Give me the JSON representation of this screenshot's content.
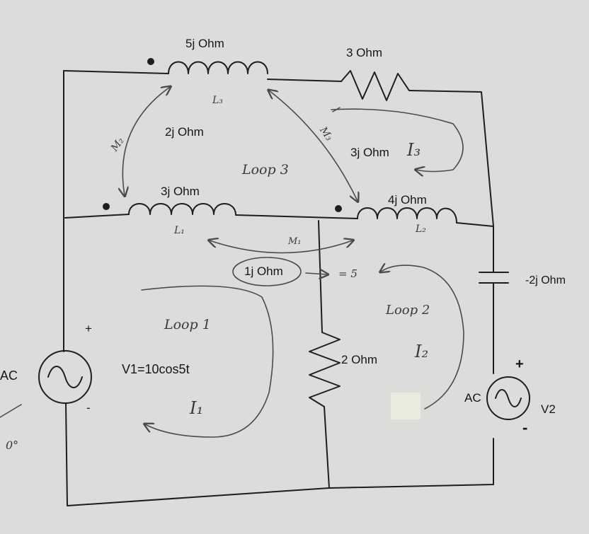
{
  "components": {
    "l3_value": "5j Ohm",
    "l3_name": "L₃",
    "r3_value": "3 Ohm",
    "m2_value": "2j Ohm",
    "m2_name": "M₂",
    "m3_value": "3j Ohm",
    "m3_name": "M₃",
    "l1_value": "3j Ohm",
    "l1_name": "L₁",
    "l2_value": "4j Ohm",
    "l2_name": "L₂",
    "m1_value": "1j Ohm",
    "m1_name": "M₁",
    "m1_equals": "= 5",
    "cap_value": "-2j Ohm",
    "r2_value": "2 Ohm",
    "v1_label": "AC",
    "v1_expr": "V1=10cos5t",
    "v1_plus": "+",
    "v1_minus": "-",
    "v1_phase": "0°",
    "v2_label": "AC",
    "v2_name": "V2",
    "v2_plus": "+",
    "v2_minus": "-"
  },
  "loops": {
    "loop1_label": "Loop 1",
    "loop1_current": "I₁",
    "loop2_label": "Loop 2",
    "loop2_current": "I₂",
    "loop3_label": "Loop 3",
    "loop3_current": "I₃"
  },
  "colors": {
    "paper": "#dcdcda",
    "ink": "#1e1e1e",
    "pencil": "#4a4a4a"
  }
}
